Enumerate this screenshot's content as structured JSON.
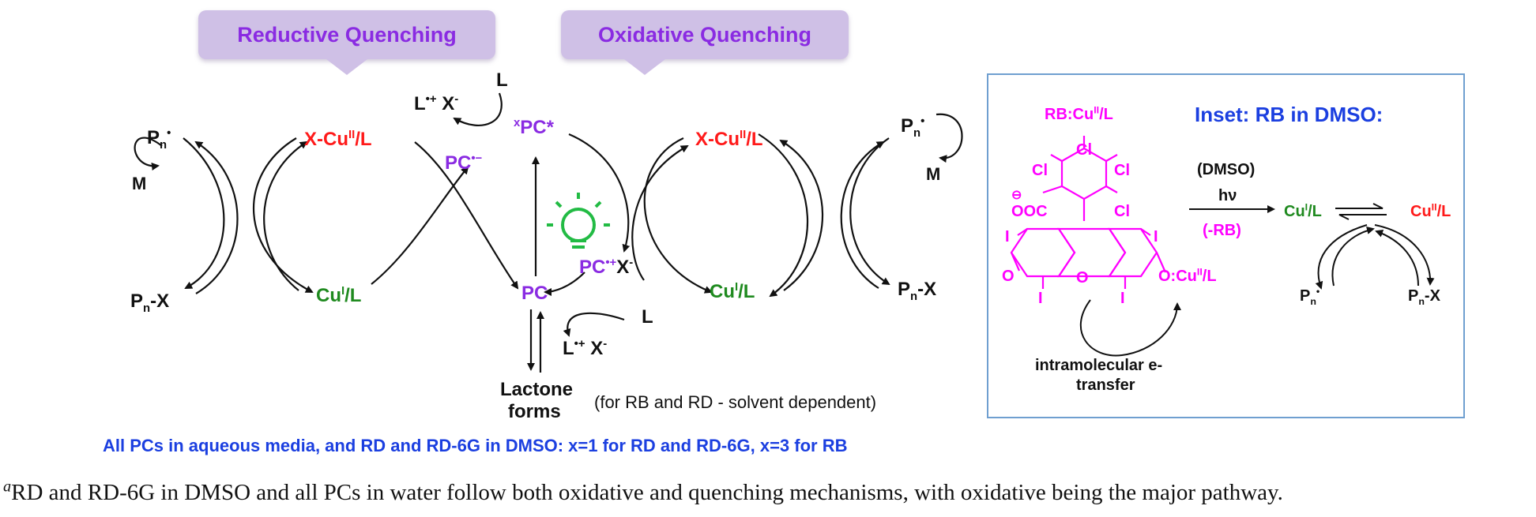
{
  "tabs": {
    "reductive": "Reductive Quenching",
    "oxidative": "Oxidative Quenching"
  },
  "labels": {
    "L_top": "L",
    "L_bottom": "L",
    "M_left": "M",
    "M_right": "M",
    "lactone_line1": "Lactone",
    "lactone_line2": "forms",
    "solvent_note": "(for RB and RD - solvent dependent)"
  },
  "inset": {
    "title": "Inset: RB in DMSO:",
    "rb_complex": "RB:Cu",
    "cond_solvent": "(DMSO)",
    "cond_light": "hν",
    "cond_loss": "(-RB)",
    "etransfer_line1": "intramolecular e-",
    "etransfer_line2": "transfer",
    "substituent_ocu": "O:Cu",
    "ooc": "OOC",
    "cl": "Cl",
    "iodine": "I",
    "ketone_o": "O",
    "ring_o": "O"
  },
  "footnote": "All PCs in aqueous media, and RD and RD-6G in DMSO: x=1 for RD and RD-6G, x=3 for RB",
  "caption": {
    "mark": "a",
    "text": "RD and RD-6G in DMSO and all PCs in water follow both oxidative and quenching mechanisms, with oxidative being the major pathway."
  },
  "colors": {
    "purple": "#8a2be2",
    "red": "#ff1a1a",
    "green": "#1f8a1f",
    "magenta": "#ff00ff",
    "blue": "#1b3fe0",
    "bulb": "#22bb44",
    "tab_bg": "#cfc0e6",
    "inset_border": "#6f9fd0"
  },
  "icons": [
    "lightbulb-icon"
  ]
}
